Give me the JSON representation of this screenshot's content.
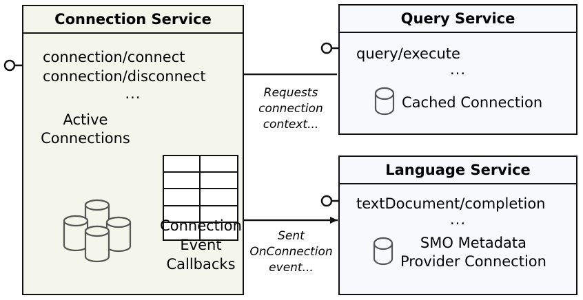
{
  "diagram": {
    "type": "uml-component-diagram",
    "background_color": "#ffffff",
    "components": [
      {
        "id": "connection-service",
        "title": "Connection Service",
        "fill_color": "#f4f6ec",
        "border_color": "#111111",
        "operations": [
          "connection/connect",
          "connection/disconnect"
        ],
        "ellipsis": "...",
        "artifacts": [
          {
            "id": "active-connections",
            "label_line1": "Active",
            "label_line2": "Connections",
            "icon": "database-cluster-icon"
          },
          {
            "id": "connection-event-callbacks",
            "label_line1": "Connection",
            "label_line2": "Event",
            "label_line3": "Callbacks",
            "icon": "table-grid-icon",
            "grid_rows": 5,
            "grid_cols": 2
          }
        ],
        "provided_interface": "lollipop-interface-icon"
      },
      {
        "id": "query-service",
        "title": "Query Service",
        "fill_color": "#f8f9fc",
        "border_color": "#111111",
        "operations": [
          "query/execute"
        ],
        "ellipsis": "...",
        "artifacts": [
          {
            "id": "cached-connection",
            "label": "Cached Connection",
            "icon": "database-icon"
          }
        ],
        "provided_interface": "lollipop-interface-icon"
      },
      {
        "id": "language-service",
        "title": "Language Service",
        "fill_color": "#f8f9fc",
        "border_color": "#111111",
        "operations": [
          "textDocument/completion"
        ],
        "ellipsis": "...",
        "artifacts": [
          {
            "id": "smo-metadata-provider-connection",
            "label_line1": "SMO Metadata",
            "label_line2": "Provider Connection",
            "icon": "database-icon"
          }
        ],
        "provided_interface": "lollipop-interface-icon"
      }
    ],
    "connections": [
      {
        "id": "query-to-connection",
        "from": "query-service",
        "to": "connection-service",
        "direction": "right-to-left",
        "label_line1": "Requests",
        "label_line2": "connection",
        "label_line3": "context..."
      },
      {
        "id": "connection-to-language",
        "from": "connection-service",
        "to": "language-service",
        "direction": "left-to-right",
        "label_line1": "Sent",
        "label_line2": "OnConnection",
        "label_line3": "event..."
      }
    ]
  }
}
